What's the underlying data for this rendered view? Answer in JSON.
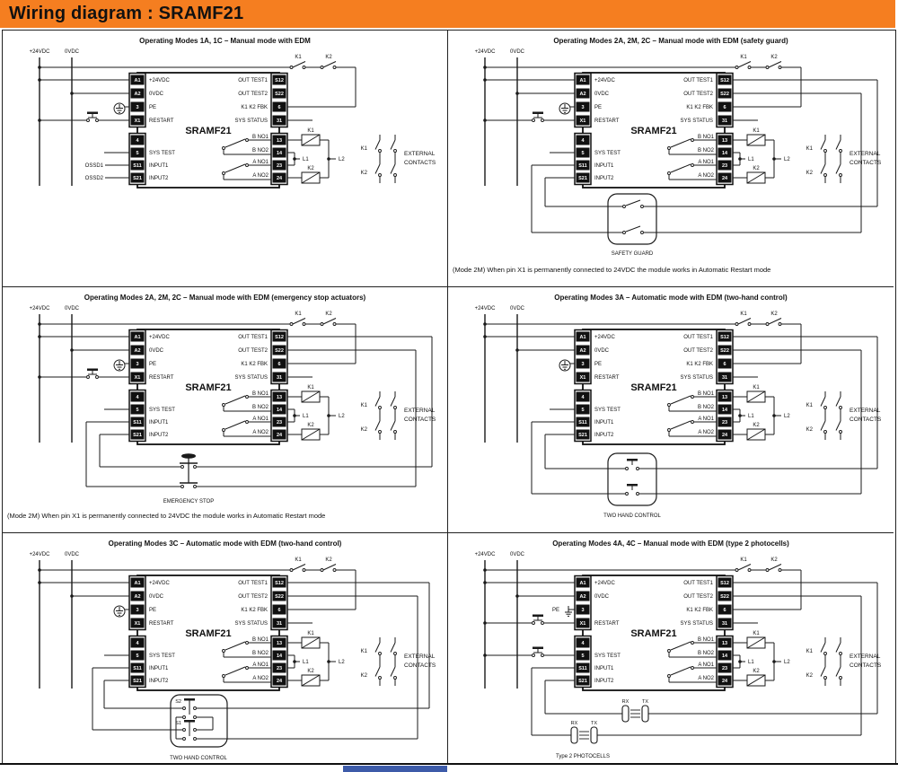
{
  "header": {
    "title": "Wiring diagram : SRAMF21",
    "bg_color": "#f57e20"
  },
  "footer": {
    "bar_color": "#3d5ba9"
  },
  "shared": {
    "module_name": "SRAMF21",
    "rails": {
      "plus": "+24VDC",
      "zero": "0VDC"
    },
    "pins_left_top": [
      {
        "pin": "A1",
        "label": "+24VDC"
      },
      {
        "pin": "A2",
        "label": "0VDC"
      },
      {
        "pin": "3",
        "label": "PE"
      },
      {
        "pin": "X1",
        "label": "RESTART"
      }
    ],
    "pins_left_bottom": [
      {
        "pin": "4",
        "label": ""
      },
      {
        "pin": "5",
        "label": "SYS TEST"
      },
      {
        "pin": "S11",
        "label": "INPUT1"
      },
      {
        "pin": "S21",
        "label": "INPUT2"
      }
    ],
    "pins_right_top": [
      {
        "label": "OUT TEST1",
        "pin": "S12"
      },
      {
        "label": "OUT TEST2",
        "pin": "S22"
      },
      {
        "label": "K1 K2 FBK",
        "pin": "6"
      },
      {
        "label": "SYS STATUS",
        "pin": "31"
      }
    ],
    "pins_right_bottom": [
      {
        "label": "B NO1",
        "pin": "13"
      },
      {
        "label": "B NO2",
        "pin": "14"
      },
      {
        "label": "A NO1",
        "pin": "23"
      },
      {
        "label": "A NO2",
        "pin": "24"
      }
    ],
    "labels": {
      "k1": "K1",
      "k2": "K2",
      "l1": "L1",
      "l2": "L2",
      "external1": "EXTERNAL",
      "external2": "CONTACTS"
    }
  },
  "panels": [
    {
      "title": "Operating Modes 1A, 1C – Manual mode with EDM",
      "restart_button": true,
      "sys_test_button": false,
      "pe_external": false,
      "inputs": "ossd",
      "ossd1": "OSSD1",
      "ossd2": "OSSD2",
      "accessory": null,
      "note": null
    },
    {
      "title": "Operating Modes 2A, 2M, 2C – Manual mode with EDM (safety guard)",
      "restart_button": true,
      "sys_test_button": false,
      "pe_external": false,
      "inputs": "loop",
      "accessory": {
        "type": "safety-guard",
        "label": "SAFETY GUARD"
      },
      "note": "(Mode 2M) When pin X1 is permanently connected to 24VDC the module works in Automatic Restart mode"
    },
    {
      "title": "Operating Modes 2A, 2M, 2C – Manual mode with EDM (emergency stop actuators)",
      "restart_button": true,
      "sys_test_button": false,
      "pe_external": false,
      "inputs": "loop",
      "accessory": {
        "type": "emergency-stop",
        "label": "EMERGENCY STOP"
      },
      "note": "(Mode 2M) When pin X1 is permanently connected to 24VDC the module works in Automatic Restart mode"
    },
    {
      "title": "Operating Modes 3A – Automatic mode with EDM (two-hand control)",
      "restart_button": false,
      "sys_test_button": false,
      "pe_external": false,
      "inputs": "loop",
      "accessory": {
        "type": "two-hand",
        "label": "TWO HAND CONTROL"
      },
      "note": null
    },
    {
      "title": "Operating Modes 3C – Automatic mode with EDM (two-hand control)",
      "restart_button": false,
      "sys_test_button": false,
      "pe_external": false,
      "inputs": "loop",
      "accessory": {
        "type": "two-hand-double",
        "label": "TWO HAND CONTROL",
        "s1": "S1",
        "s2": "S2"
      },
      "note": null
    },
    {
      "title": "Operating Modes 4A, 4C – Manual mode with EDM (type 2 photocells)",
      "restart_button": true,
      "sys_test_button": true,
      "pe_external": true,
      "pe_label": "PE",
      "inputs": "loop",
      "accessory": {
        "type": "photocells",
        "label": "Type 2 PHOTOCELLS",
        "rx": "RX",
        "tx": "TX"
      },
      "note": null
    }
  ]
}
